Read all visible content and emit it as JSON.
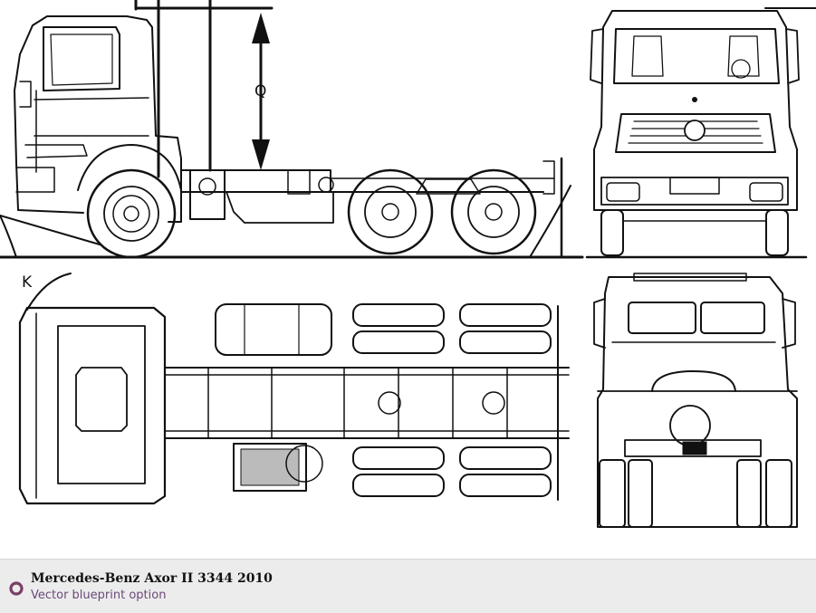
{
  "drawing": {
    "dimension_label": "Q",
    "angle_label": "K",
    "line_color": "#111111"
  },
  "caption": {
    "title": "Mercedes-Benz Axor II 3344 2010",
    "subtitle": "Vector blueprint option",
    "icon": "radio-circle-icon",
    "icon_color": "#7b3f67"
  }
}
